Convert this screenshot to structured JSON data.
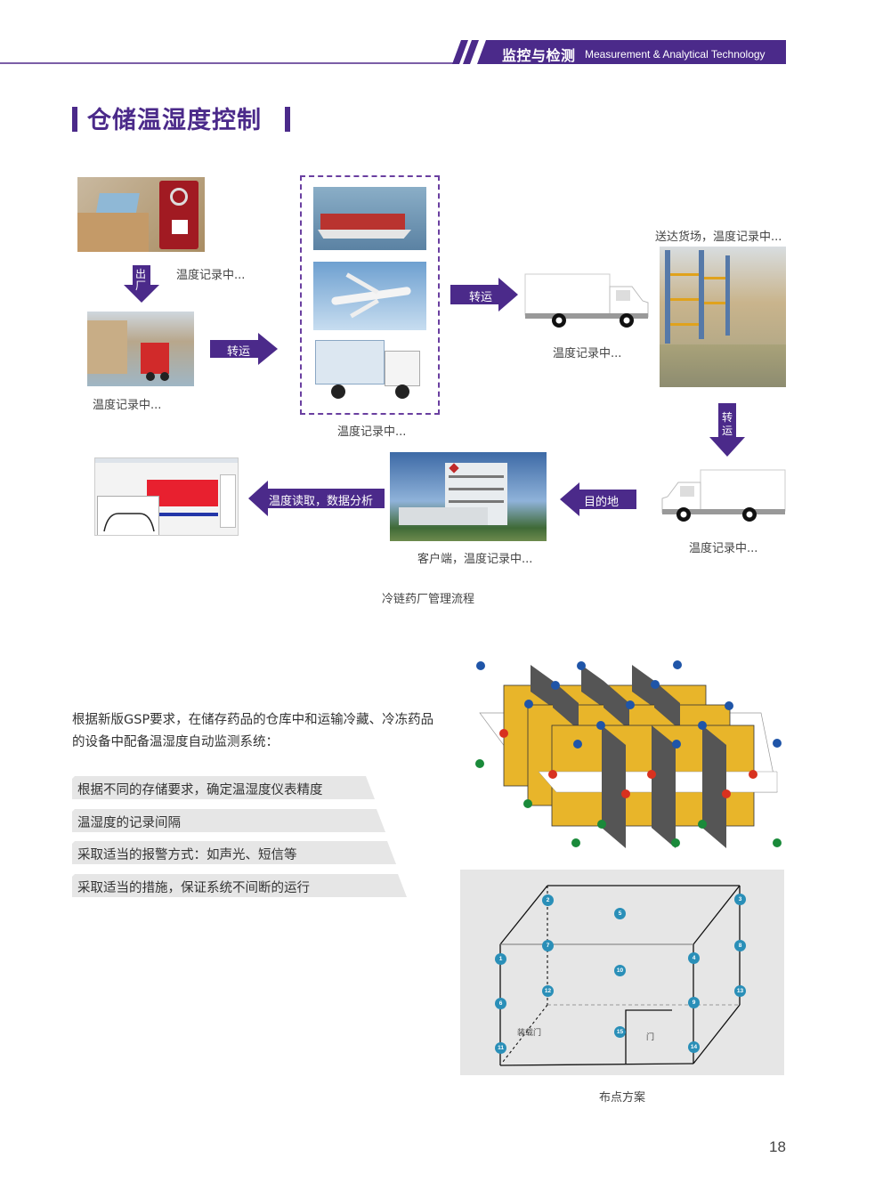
{
  "header": {
    "section_cn": "监控与检测",
    "section_en": "Measurement & Analytical Technology",
    "accent_color": "#4b2a8a"
  },
  "title": "仓储温湿度控制",
  "flow": {
    "caption": "冷链药厂管理流程",
    "steps": [
      {
        "id": "factory-package",
        "caption": "温度记录中..."
      },
      {
        "id": "factory-warehouse",
        "caption": "温度记录中..."
      },
      {
        "id": "transport-modes",
        "caption": "温度记录中..."
      },
      {
        "id": "truck-1",
        "caption": "温度记录中..."
      },
      {
        "id": "cargo-yard",
        "caption": "送达货场，温度记录中..."
      },
      {
        "id": "truck-2",
        "caption": "温度记录中..."
      },
      {
        "id": "client",
        "caption": "客户端，温度记录中..."
      },
      {
        "id": "software",
        "caption": ""
      }
    ],
    "arrows": {
      "exit_factory": "出厂",
      "transfer_1": "转运",
      "transfer_2": "转运",
      "transfer_3": "转运",
      "destination": "目的地",
      "analysis": "温度读取，数据分析"
    }
  },
  "requirements": {
    "intro": "根据新版GSP要求，在储存药品的仓库中和运输冷藏、冷冻药品的设备中配备温湿度自动监测系统：",
    "items": [
      "根据不同的存储要求，确定温湿度仪表精度",
      "温湿度的记录间隔",
      "采取适当的报警方式：如声光、短信等",
      "采取适当的措施，保证系统不间断的运行"
    ]
  },
  "layout_diagram": {
    "caption": "布点方案",
    "loading_door": "装载门",
    "door": "门",
    "points": [
      "1",
      "2",
      "3",
      "4",
      "5",
      "6",
      "7",
      "8",
      "9",
      "10",
      "11",
      "12",
      "13",
      "14",
      "15"
    ]
  },
  "page_number": "18"
}
